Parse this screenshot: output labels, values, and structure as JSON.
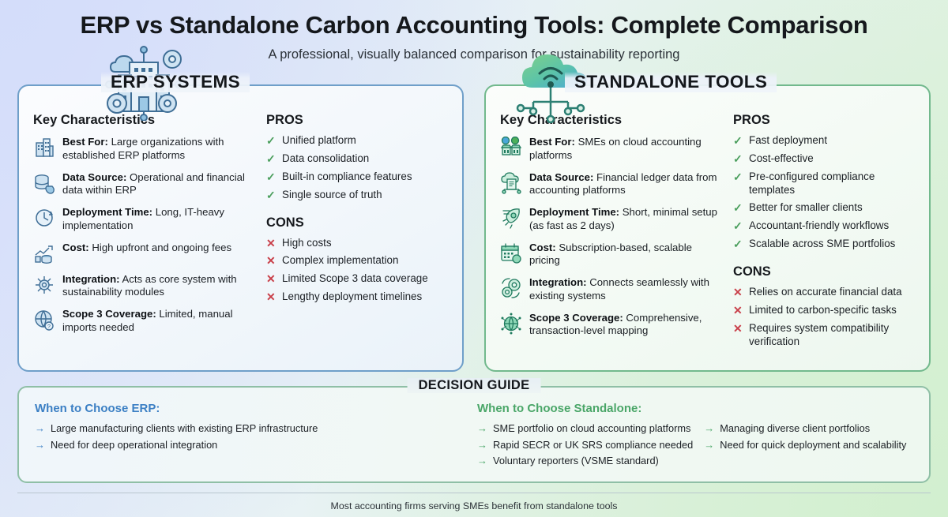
{
  "header": {
    "title": "ERP vs Standalone Carbon Accounting Tools: Complete Comparison",
    "subtitle": "A professional, visually balanced comparison for sustainability reporting"
  },
  "erp": {
    "title": "ERP SYSTEMS",
    "icon": "erp-building-gears-cloud-icon",
    "accent": "#6f9fc9",
    "key_heading": "Key Characteristics",
    "key_items": [
      {
        "icon": "office-building-icon",
        "label": "Best For:",
        "text": "Large organizations with established ERP platforms"
      },
      {
        "icon": "database-money-icon",
        "label": "Data Source:",
        "text": "Operational and financial data within ERP"
      },
      {
        "icon": "clock-icon",
        "label": "Deployment Time:",
        "text": "Long, IT-heavy implementation"
      },
      {
        "icon": "growth-chart-coins-icon",
        "label": "Cost:",
        "text": "High upfront and ongoing fees"
      },
      {
        "icon": "network-hub-icon",
        "label": "Integration:",
        "text": "Acts as core system with sustainability modules"
      },
      {
        "icon": "globe-question-icon",
        "label": "Scope 3 Coverage:",
        "text": "Limited, manual imports needed"
      }
    ],
    "pros_heading": "PROS",
    "pros": [
      "Unified platform",
      "Data consolidation",
      "Built-in compliance features",
      "Single source of truth"
    ],
    "cons_heading": "CONS",
    "cons": [
      "High costs",
      "Complex implementation",
      "Limited Scope 3 data coverage",
      "Lengthy deployment timelines"
    ]
  },
  "standalone": {
    "title": "STANDALONE TOOLS",
    "icon": "cloud-wifi-network-icon",
    "accent": "#72b98d",
    "key_heading": "Key Characteristics",
    "key_items": [
      {
        "icon": "shops-cloud-icon",
        "label": "Best For:",
        "text": "SMEs on cloud accounting platforms"
      },
      {
        "icon": "cloud-ledger-icon",
        "label": "Data Source:",
        "text": "Financial ledger data from accounting platforms"
      },
      {
        "icon": "rocket-icon",
        "label": "Deployment Time:",
        "text": "Short, minimal setup (as fast as 2 days)"
      },
      {
        "icon": "calendar-subscription-icon",
        "label": "Cost:",
        "text": "Subscription-based, scalable pricing"
      },
      {
        "icon": "gears-sync-icon",
        "label": "Integration:",
        "text": "Connects seamlessly with existing systems"
      },
      {
        "icon": "globe-network-icon",
        "label": "Scope 3 Coverage:",
        "text": "Comprehensive, transaction-level mapping"
      }
    ],
    "pros_heading": "PROS",
    "pros": [
      "Fast deployment",
      "Cost-effective",
      "Pre-configured compliance templates",
      "Better for smaller clients",
      "Accountant-friendly workflows",
      "Scalable across SME portfolios"
    ],
    "cons_heading": "CONS",
    "cons": [
      "Relies on accurate financial data",
      "Limited to carbon-specific tasks",
      "Requires system compatibility verification"
    ]
  },
  "guide": {
    "title": "DECISION GUIDE",
    "erp": {
      "heading": "When to Choose ERP:",
      "items": [
        "Large manufacturing clients with existing ERP infrastructure",
        "Need for deep operational integration"
      ]
    },
    "standalone": {
      "heading": "When to Choose Standalone:",
      "col1": [
        "SME portfolio on cloud accounting platforms",
        "Rapid SECR or UK SRS compliance needed",
        "Voluntary reporters (VSME standard)"
      ],
      "col2": [
        "Managing diverse client portfolios",
        "Need for quick deployment and scalability"
      ]
    }
  },
  "footer": {
    "text": "Most accounting firms serving SMEs benefit from standalone tools"
  },
  "glyphs": {
    "check": "✓",
    "cross": "✕",
    "arrow": "→"
  }
}
